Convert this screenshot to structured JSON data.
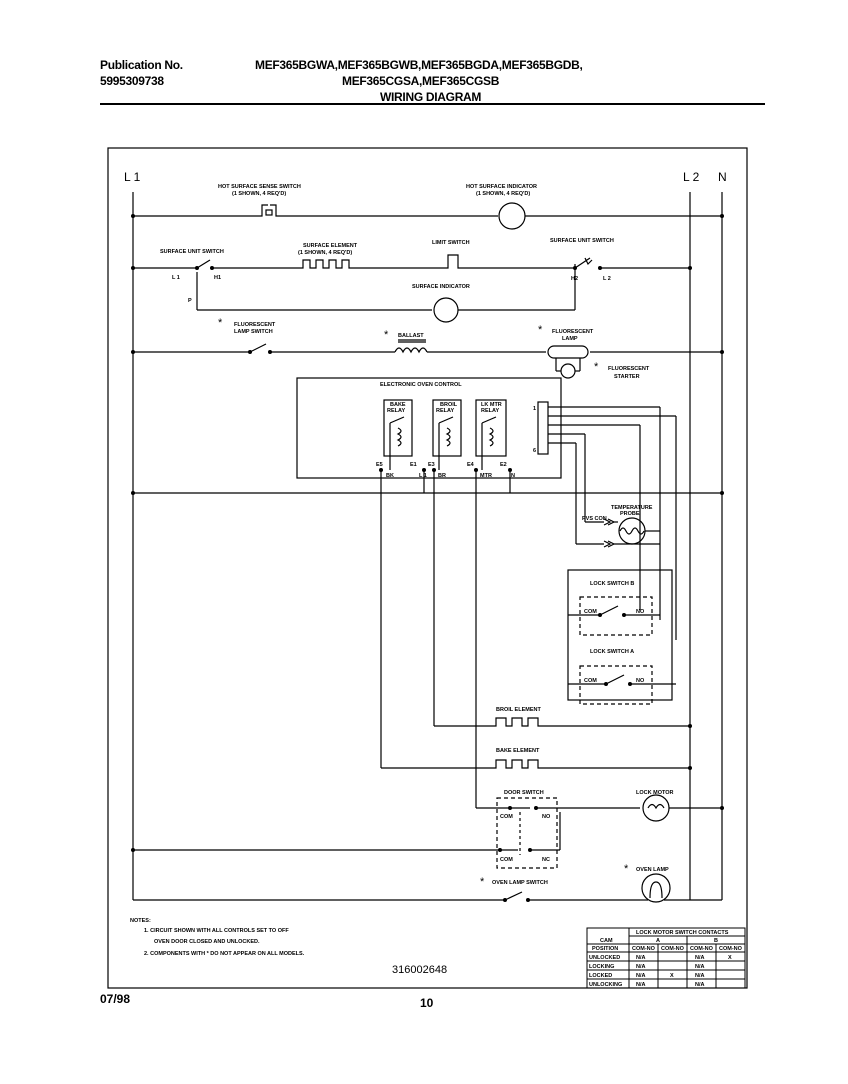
{
  "header": {
    "pub_label": "Publication No.",
    "pub_number": "5995309738",
    "models_line1": "MEF365BGWA,MEF365BGWB,MEF365BGDA,MEF365BGDB,",
    "models_line2": "MEF365CGSA,MEF365CGSB",
    "title": "WIRING DIAGRAM"
  },
  "lines": {
    "l1": "L 1",
    "l2": "L 2",
    "n": "N"
  },
  "labels": {
    "hot_surface_sense_switch": "HOT SURFACE SENSE SWITCH",
    "hot_surface_sense_switch_sub": "(1 SHOWN, 4 REQ'D)",
    "hot_surface_indicator": "HOT SURFACE INDICATOR",
    "hot_surface_indicator_sub": "(1 SHOWN, 4 REQ'D)",
    "surface_unit_switch_left": "SURFACE UNIT SWITCH",
    "surface_element": "SURFACE ELEMENT",
    "surface_element_sub": "(1 SHOWN, 4 REQ'D)",
    "limit_switch": "LIMIT SWITCH",
    "surface_unit_switch_right": "SURFACE UNIT SWITCH",
    "sw_l1": "L 1",
    "sw_h1": "H1",
    "sw_p": "P",
    "sw_h2": "H2",
    "sw_l2": "L 2",
    "surface_indicator": "SURFACE INDICATOR",
    "fluorescent_lamp_switch": "FLUORESCENT",
    "fluorescent_lamp_switch_2": "LAMP SWITCH",
    "ballast": "BALLAST",
    "fluorescent_lamp": "FLUORESCENT",
    "fluorescent_lamp_2": "LAMP",
    "fluorescent_starter": "FLUORESCENT",
    "fluorescent_starter_2": "STARTER",
    "asterisk": "*",
    "eoc": "ELECTRONIC OVEN CONTROL",
    "bake_relay": "BAKE",
    "bake_relay_2": "RELAY",
    "broil_relay": "BROIL",
    "broil_relay_2": "RELAY",
    "lk_mtr_relay": "LK MTR",
    "lk_mtr_relay_2": "RELAY",
    "pin_1": "1",
    "pin_6": "6",
    "e5": "E5",
    "e1": "E1",
    "e3": "E3",
    "e4": "E4",
    "e2": "E2",
    "bk": "BK",
    "l1_term": "L 1",
    "br": "BR",
    "mtr": "MTR",
    "n_term": "N",
    "temperature_probe": "TEMPERATURE",
    "temperature_probe_2": "PROBE",
    "pvs_con": "PVS CON",
    "lock_switch_b": "LOCK SWITCH B",
    "lock_switch_a": "LOCK SWITCH A",
    "com": "COM",
    "no": "NO",
    "broil_element": "BROIL ELEMENT",
    "bake_element": "BAKE ELEMENT",
    "door_switch": "DOOR SWITCH",
    "lock_motor": "LOCK MOTOR",
    "nc": "NC",
    "oven_lamp": "OVEN LAMP",
    "oven_lamp_switch": "OVEN LAMP SWITCH"
  },
  "notes": {
    "title": "NOTES:",
    "n1a": "1.  CIRCUIT SHOWN WITH ALL CONTROLS SET TO OFF",
    "n1b": "OVEN DOOR CLOSED AND UNLOCKED.",
    "n2": "2.  COMPONENTS WITH * DO NOT APPEAR ON ALL MODELS."
  },
  "diagram_number": "316002648",
  "table": {
    "title": "LOCK MOTOR SWITCH CONTACTS",
    "col_a": "A",
    "col_b": "B",
    "cam_label": "CAM",
    "cam_label_2": "POSITION",
    "sub_headers": [
      "COM-NO",
      "COM-NO",
      "COM-NO",
      "COM-NO"
    ],
    "rows": [
      {
        "pos": "UNLOCKED",
        "c1": "N/A",
        "c2": "",
        "c3": "N/A",
        "c4": "X"
      },
      {
        "pos": "LOCKING",
        "c1": "N/A",
        "c2": "",
        "c3": "N/A",
        "c4": ""
      },
      {
        "pos": "LOCKED",
        "c1": "N/A",
        "c2": "X",
        "c3": "N/A",
        "c4": ""
      },
      {
        "pos": "UNLOCKING",
        "c1": "N/A",
        "c2": "",
        "c3": "N/A",
        "c4": ""
      }
    ]
  },
  "footer": {
    "date": "07/98",
    "page": "10"
  }
}
